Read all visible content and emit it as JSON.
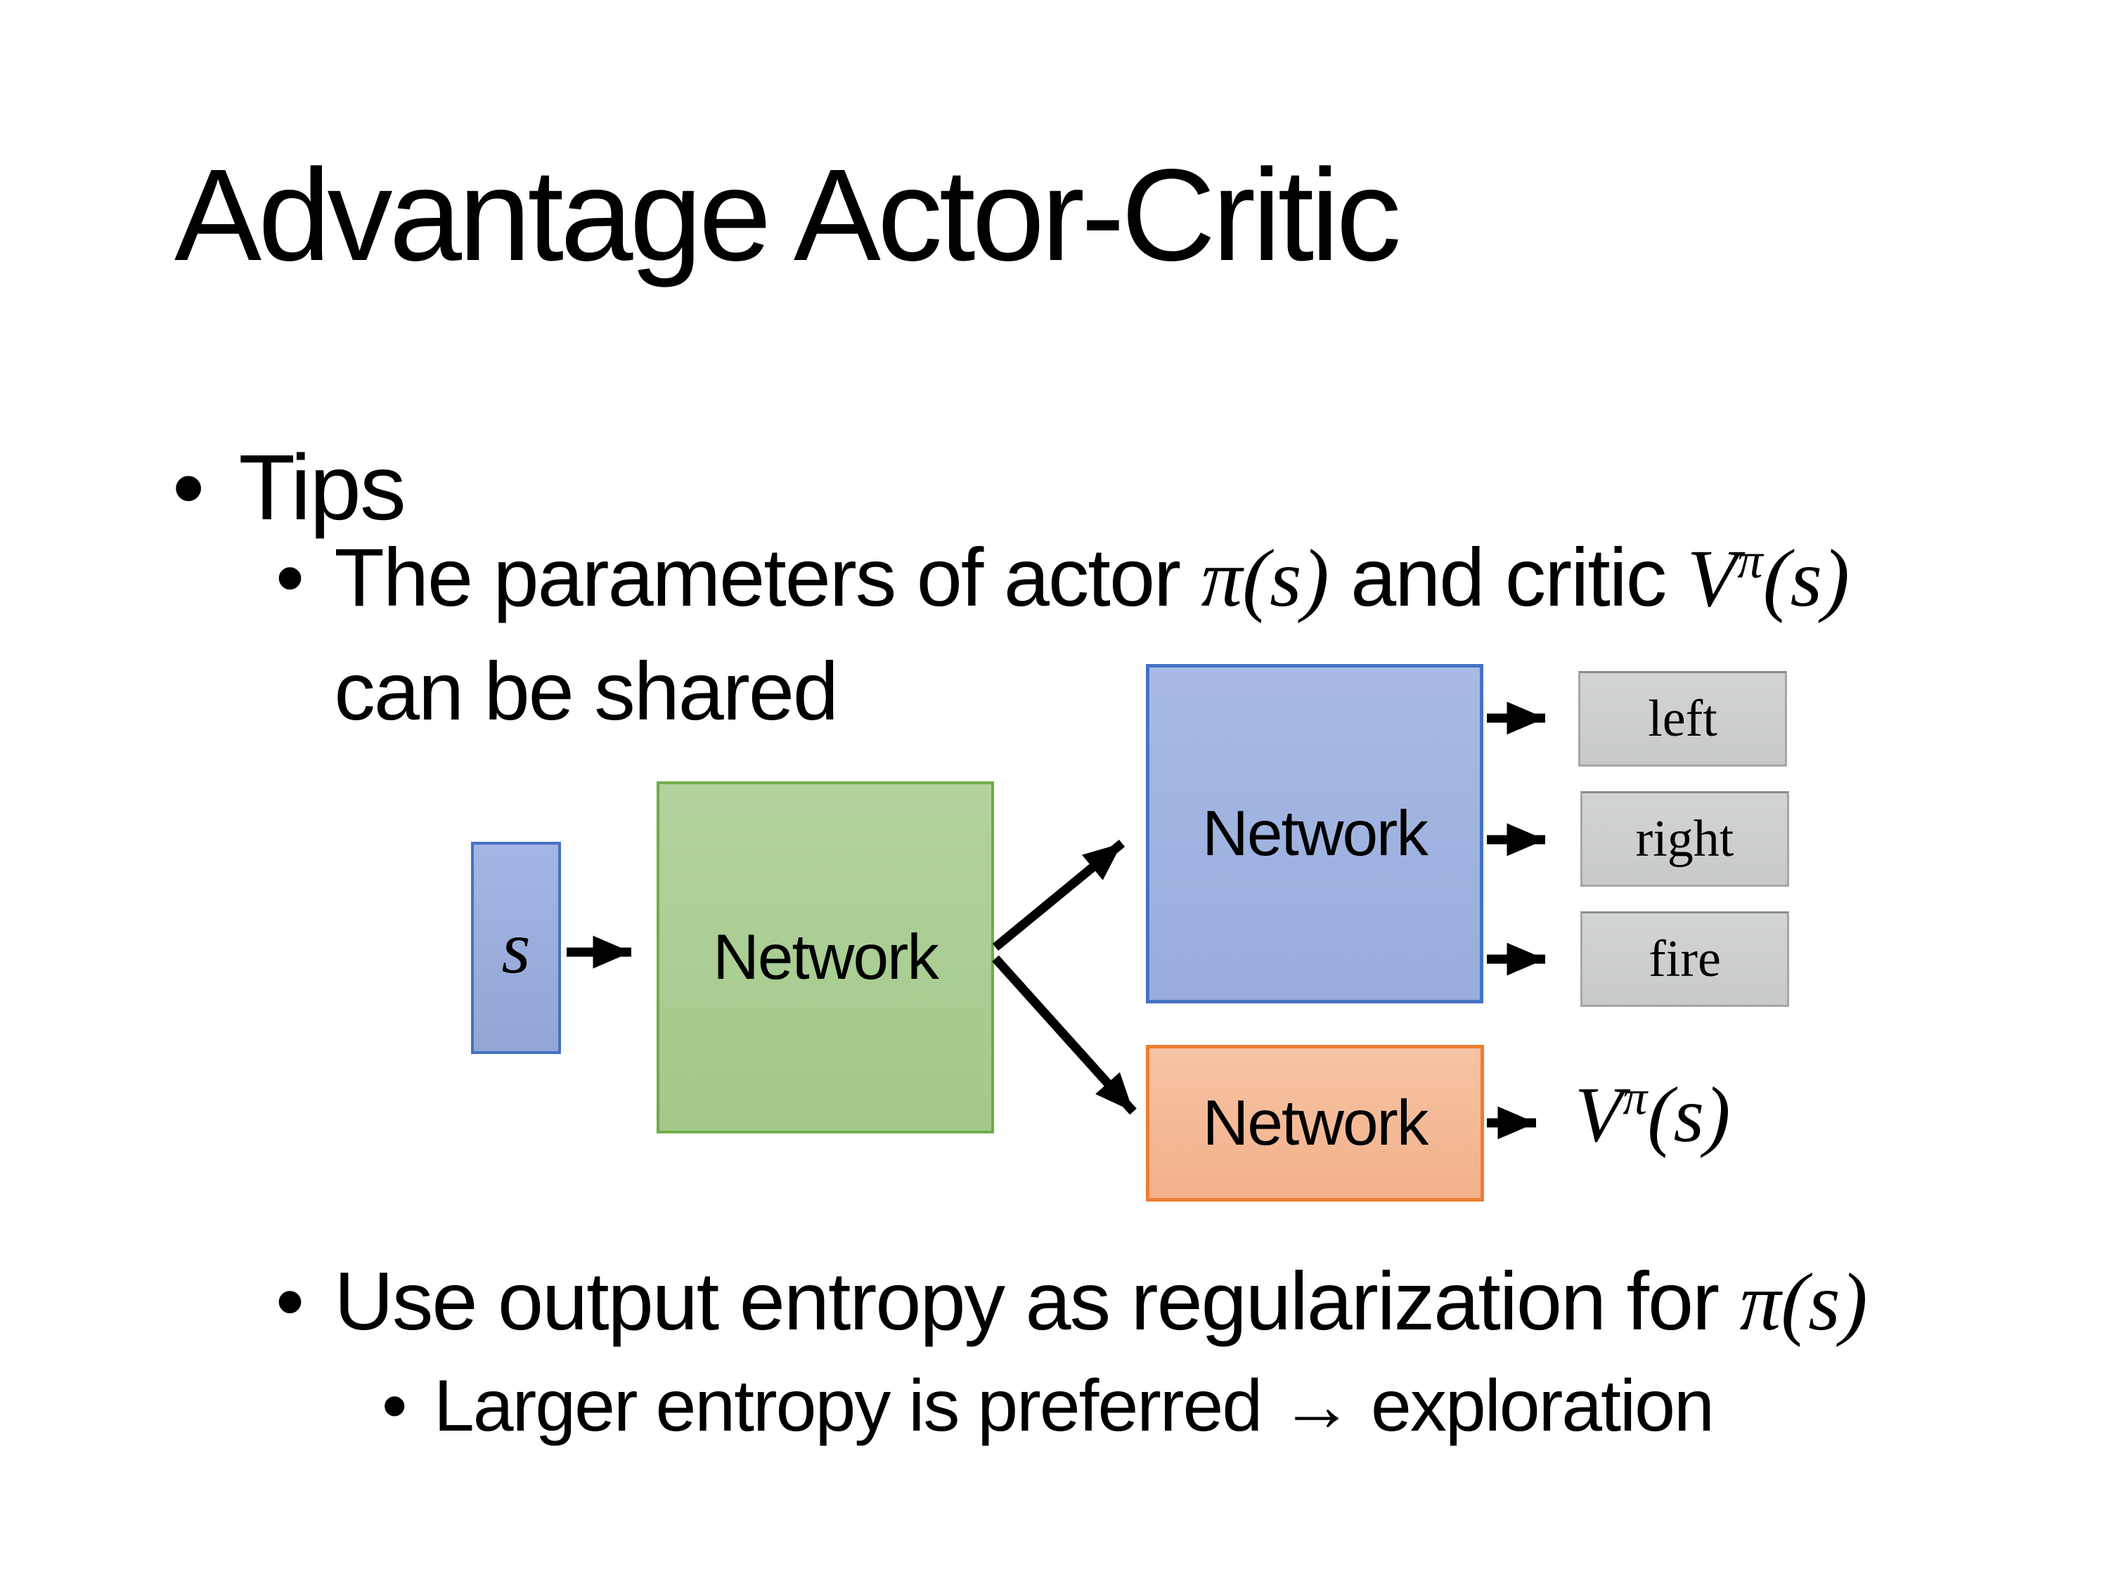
{
  "slide": {
    "title": "Advantage Actor-Critic",
    "bullet_char": "•"
  },
  "bullets": {
    "l1": "Tips",
    "b1": {
      "pre": "The parameters of actor ",
      "math_actor": "π(s)",
      "mid": "  and critic ",
      "value_base": "V",
      "value_sup": "π",
      "value_args": "(s)",
      "line2": "can be shared"
    },
    "b2": {
      "pre": "Use output entropy as regularization for ",
      "math": "π(s)"
    },
    "b3": "Larger entropy is preferred → exploration"
  },
  "diagram": {
    "state_label": "s",
    "shared_network_label": "Network",
    "actor_network_label": "Network",
    "critic_network_label": "Network",
    "actions": [
      "left",
      "right",
      "fire"
    ],
    "value_base": "V",
    "value_sup": "π",
    "value_args": "(s)"
  },
  "colors": {
    "state_fill": "#9AACD9",
    "state_border": "#4472C4",
    "shared_fill": "#AACE93",
    "shared_border": "#70AD47",
    "actor_fill": "#A0B4E0",
    "actor_border": "#4472C4",
    "critic_fill": "#F4BA97",
    "critic_border": "#ED7D31",
    "action_fill": "#CBCECD",
    "action_border": "#A6A6A6",
    "arrow": "#000000",
    "text": "#000000",
    "background": "#FFFFFF"
  }
}
